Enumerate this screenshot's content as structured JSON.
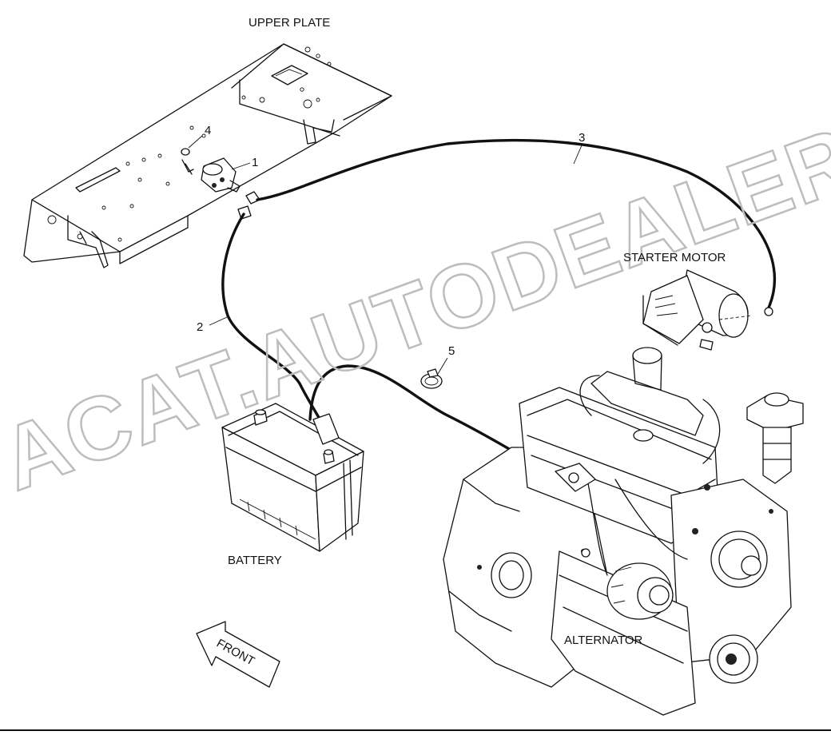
{
  "labels": {
    "upper_plate": "UPPER PLATE",
    "starter_motor": "STARTER MOTOR",
    "battery": "BATTERY",
    "alternator": "ALTERNATOR",
    "front": "FRONT"
  },
  "callouts": {
    "part_1": "1",
    "part_2": "2",
    "part_3": "3",
    "part_4": "4",
    "part_5": "5"
  },
  "watermark": "ACAT.AUTODEALER.RU"
}
